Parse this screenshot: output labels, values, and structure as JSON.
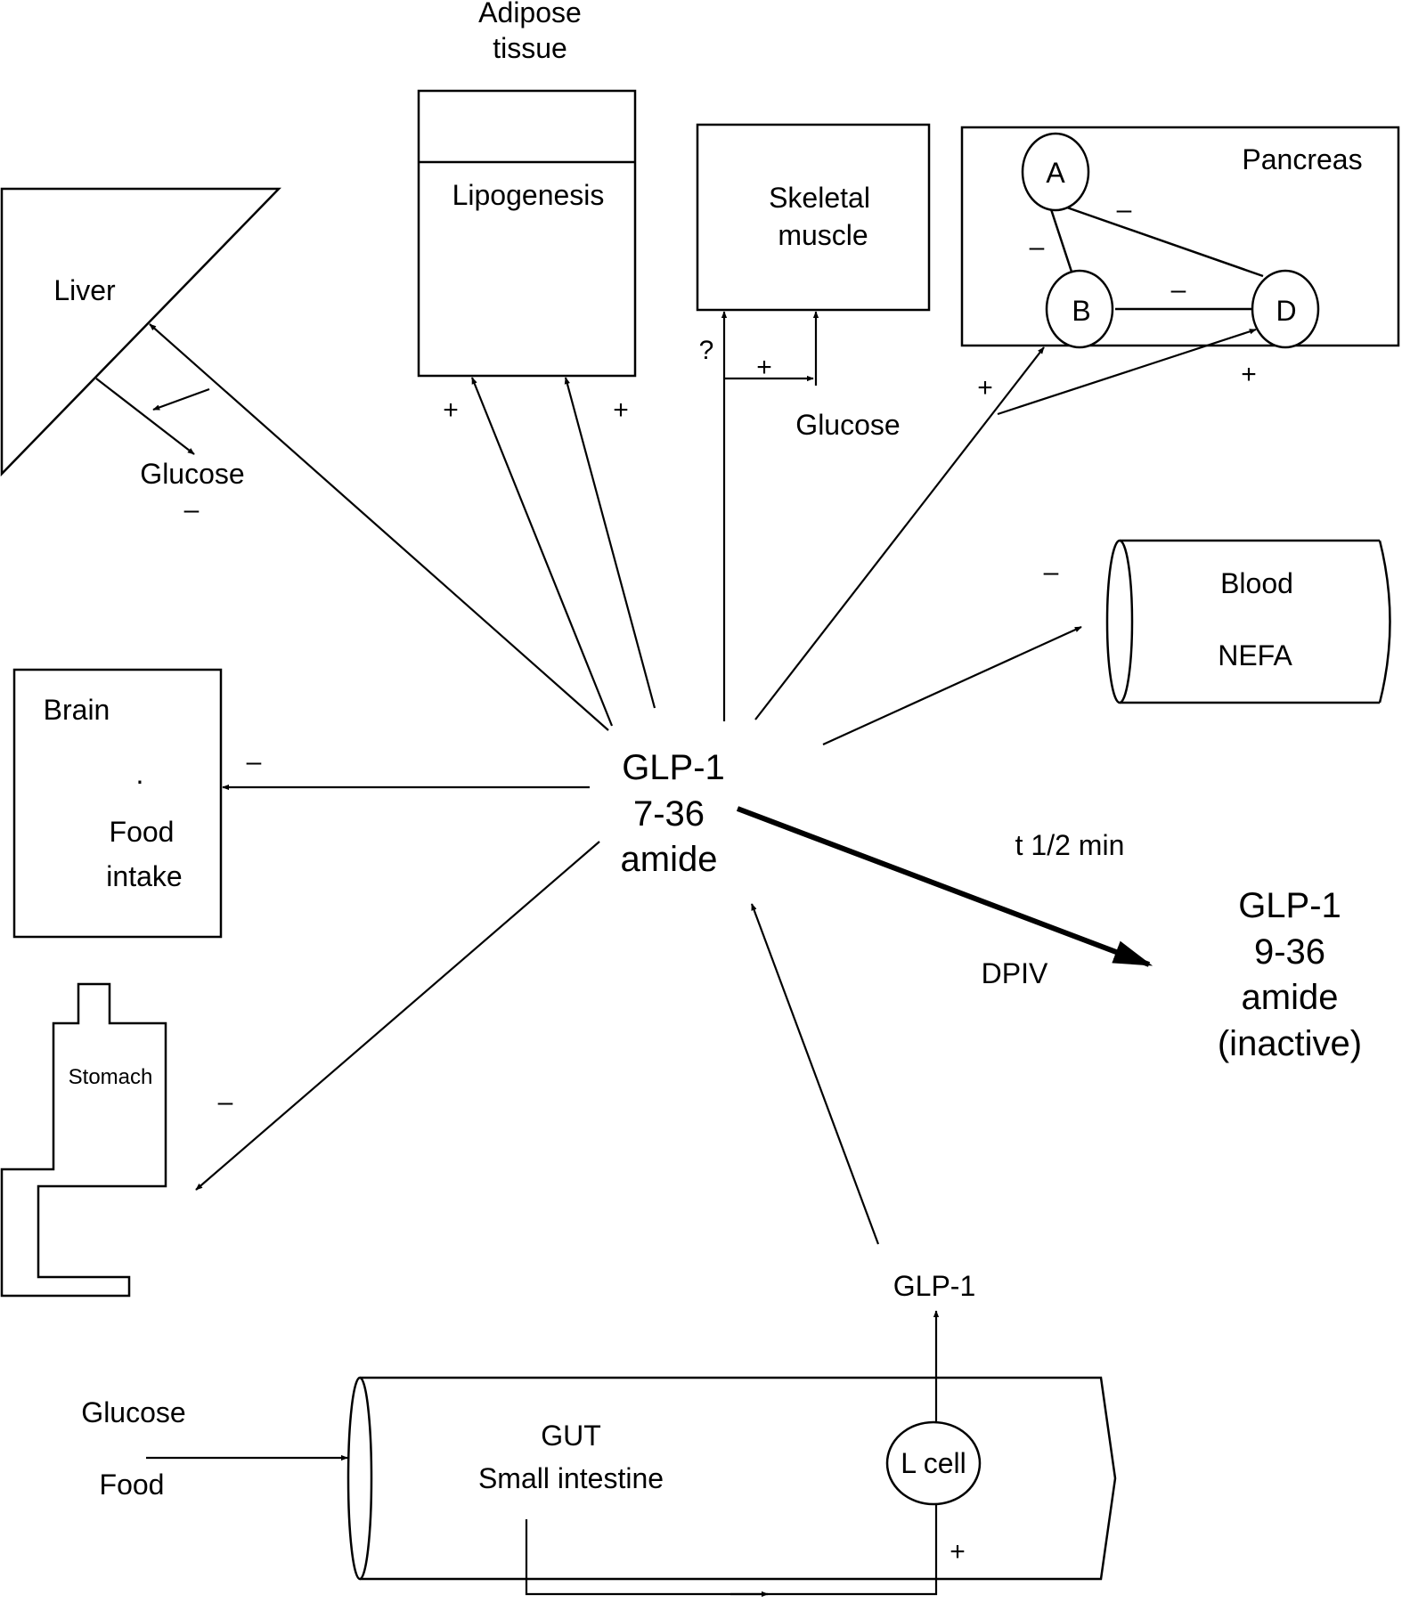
{
  "organs": {
    "adipose_line1": "Adipose",
    "adipose_line2": "tissue",
    "lipogenesis": "Lipogenesis",
    "muscle_line1": "Skeletal",
    "muscle_line2": "muscle",
    "pancreas": "Pancreas",
    "islet_a": "A",
    "islet_b": "B",
    "islet_d": "D",
    "liver": "Liver",
    "liver_glucose": "Glucose",
    "muscle_glucose": "Glucose",
    "blood": "Blood",
    "nefa": "NEFA",
    "brain": "Brain",
    "brain_dot": ".",
    "food_intake_line1": "Food",
    "food_intake_line2": "intake",
    "stomach": "Stomach",
    "gut": "GUT",
    "small_intestine": "Small intestine",
    "l_cell": "L cell",
    "input_glucose": "Glucose",
    "input_food": "Food"
  },
  "center": {
    "line1": "GLP-1",
    "line2": "7-36",
    "line3": "amide"
  },
  "product": {
    "line1": "GLP-1",
    "line2": "9-36",
    "line3": "amide",
    "line4": "(inactive)"
  },
  "labels": {
    "half_life": "t  1/2 min",
    "dpiv": "DPIV",
    "glp1_release": "GLP-1",
    "question": "?"
  },
  "signs": {
    "plus": "+",
    "minus": "–"
  }
}
